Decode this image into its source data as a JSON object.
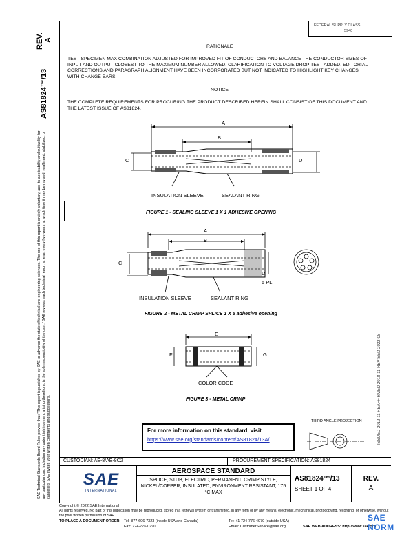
{
  "left_column": {
    "rev_title": "REV.",
    "rev_value": "A",
    "doc_number": "AS81824™/13",
    "copyright_notice": "SAE Technical Standards Board Rules provide that: \"This report is published by SAE to advance the state of technical and engineering sciences. The use of this report is entirely voluntary, and its applicability and suitability for any particular use, including any patent infringement arising therefrom, is the sole responsibility of the user.\" SAE reviews each technical report at least every five years at which time it may be revised, reaffirmed, stabilized, or cancelled. SAE invites your written comments and suggestions."
  },
  "header": {
    "fed_code": "FEDERAL SUPPLY CLASS",
    "fed_code_num": "5940"
  },
  "rationale": {
    "title": "RATIONALE",
    "text": "TEST SPECIMEN MAX COMBINATION ADJUSTED FOR IMPROVED FIT OF CONDUCTORS AND BALANCE THE CONDUCTOR SIZES OF INPUT AND OUTPUT CLOSEST TO THE MAXIMUM NUMBER ALLOWED. CLARIFICATION TO VOLTAGE DROP TEST ADDED. EDITORIAL CORRECTIONS AND PARAGRAPH ALIGNMENT HAVE BEEN INCORPORATED BUT NOT INDICATED TO HIGHLIGHT KEY CHANGES WITH CHANGE BARS."
  },
  "notice": {
    "title": "NOTICE",
    "text": "THE COMPLETE REQUIREMENTS FOR PROCURING THE PRODUCT DESCRIBED HEREIN SHALL CONSIST OF THIS DOCUMENT AND THE LATEST ISSUE OF AS81824."
  },
  "figure1": {
    "dim_a": "A",
    "dim_b": "B",
    "dim_c": "C",
    "dim_d": "D",
    "label_insulation": "INSULATION SLEEVE",
    "label_sealant": "SEALANT RING",
    "caption": "FIGURE 1 - SEALING SLEEVE 1 X 1 ADHESIVE OPENING"
  },
  "figure2": {
    "dim_a": "A",
    "dim_b": "B",
    "dim_c": "C",
    "dim_d": "D",
    "dim_5pl": "5 PL",
    "label_insulation": "INSULATION SLEEVE",
    "label_sealant": "SEALANT RING",
    "caption": "FIGURE 2 - METAL CRIMP SPLICE 1 X 5 adhesive opening"
  },
  "figure3": {
    "dim_e": "E",
    "dim_f": "F",
    "dim_g": "G",
    "label_color": "COLOR CODE",
    "caption": "FIGURE 3 - METAL CRIMP"
  },
  "right_margin": {
    "history": "ISSUED 2012-11    REAFFIRMED 2018-11    REVISED 2022-08"
  },
  "info_box": {
    "title": "For more information on this standard, visit",
    "link": "https://www.sae.org/standards/content/AS81824/13A/"
  },
  "projection": {
    "label": "THIRD ANGLE PROJECTION"
  },
  "title_block": {
    "custodian": "CUSTODIAN: AE-8/AE-8C2",
    "procurement": "PROCUREMENT SPECIFICATION: AS81824",
    "logo_text": "SAE",
    "logo_sub": "INTERNATIONAL",
    "std_title": "AEROSPACE STANDARD",
    "description": "SPLICE, STUB, ELECTRIC, PERMANENT, CRIMP STYLE, NICKEL/COPPER, INSULATED, ENVIRONMENT RESISTANT, 175 °C MAX",
    "doc_number": "AS81824™/13",
    "sheet": "SHEET 1 OF 4",
    "rev_label": "REV.",
    "rev_value": "A"
  },
  "footer": {
    "copyright": "Copyright © 2022 SAE International",
    "rights": "All rights reserved. No part of this publication may be reproduced, stored in a retrieval system or transmitted, in any form or by any means, electronic, mechanical, photocopying, recording, or otherwise, without the prior written permission of SAE.",
    "order_label": "TO PLACE A DOCUMENT ORDER:",
    "tel1": "Tel: 877-606-7323 (inside USA and Canada)",
    "tel2": "Tel: +1 724-776-4970 (outside USA)",
    "fax": "Fax: 724-776-0790",
    "email": "Email: CustomerService@sae.org",
    "web": "SAE WEB ADDRESS: http://www.sae.org",
    "watermark": "SAE NORM"
  }
}
